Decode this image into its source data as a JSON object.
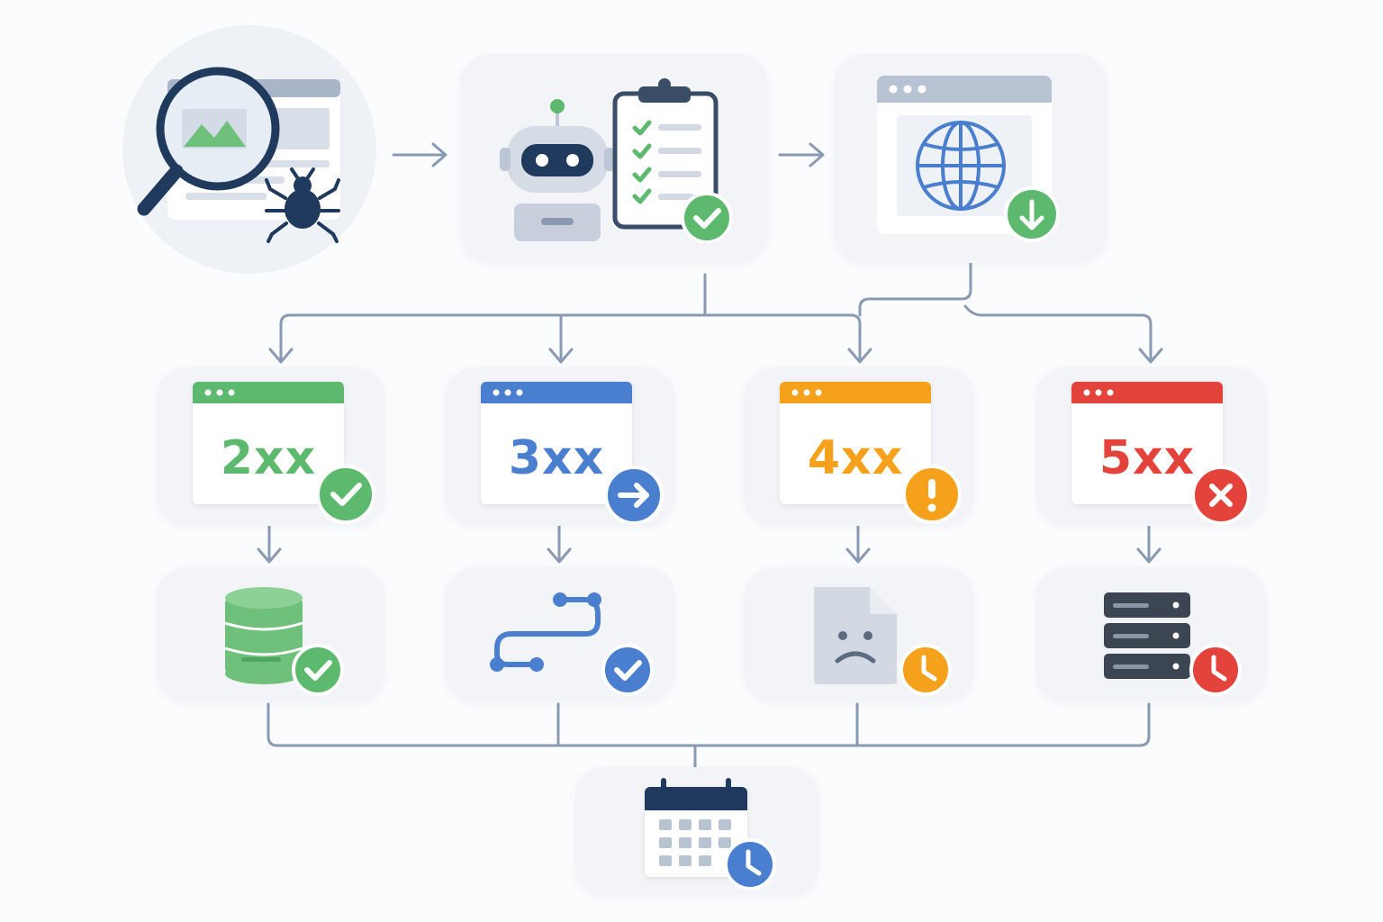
{
  "status_codes": [
    {
      "code": "2xx",
      "color": "#5cb96e",
      "badge": "check-icon",
      "outcome_icon": "database-icon",
      "outcome_badge": "check-icon"
    },
    {
      "code": "3xx",
      "color": "#4a7fcf",
      "badge": "arrow-right-icon",
      "outcome_icon": "redirect-route-icon",
      "outcome_badge": "check-icon"
    },
    {
      "code": "4xx",
      "color": "#f5a11c",
      "badge": "exclamation-icon",
      "outcome_icon": "sad-document-icon",
      "outcome_badge": "clock-icon"
    },
    {
      "code": "5xx",
      "color": "#e4433b",
      "badge": "close-icon",
      "outcome_icon": "server-icon",
      "outcome_badge": "clock-icon"
    }
  ],
  "pipeline": [
    "crawler-icon",
    "robots-checklist-icon",
    "page-download-icon"
  ],
  "final_step": "schedule-calendar-icon",
  "colors": {
    "card": "#f2f4f7",
    "connector": "#8a9ab2",
    "navy": "#1f3a5c",
    "success": "#5cb96e",
    "redirect": "#4a7fcf",
    "client_error": "#f5a11c",
    "server_error": "#e4433b"
  }
}
